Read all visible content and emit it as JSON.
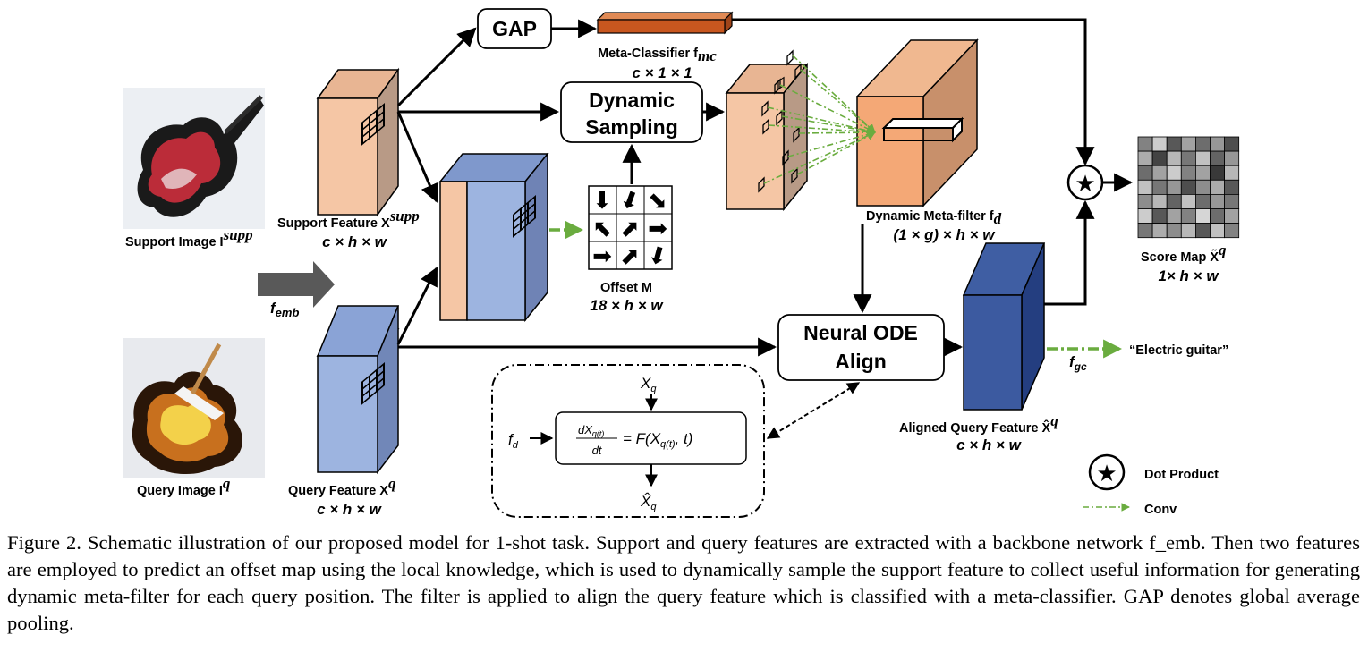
{
  "labels": {
    "gap": "GAP",
    "dynamic_sampling_1": "Dynamic",
    "dynamic_sampling_2": "Sampling",
    "neural_ode_1": "Neural ODE",
    "neural_ode_2": "Align",
    "meta_classifier": "Meta-Classifier f",
    "meta_classifier_sub": "mc",
    "meta_classifier_dim": "c × 1 × 1",
    "support_image": "Support Image I",
    "support_image_sup": "supp",
    "query_image": "Query Image I",
    "query_image_sup": "q",
    "support_feature": "Support Feature X",
    "support_feature_sup": "supp",
    "support_feature_dim": "c × h × w",
    "query_feature": "Query Feature X",
    "query_feature_sup": "q",
    "query_feature_dim": "c × h × w",
    "offset": "Offset M",
    "offset_dim": "18 × h × w",
    "meta_filter": "Dynamic Meta-filter f",
    "meta_filter_sub": "d",
    "meta_filter_dim": "(1 × g) × h × w",
    "aligned_query": "Aligned Query Feature X̂",
    "aligned_query_sup": "q",
    "aligned_query_dim": "c × h × w",
    "score_map": "Score Map X̃",
    "score_map_sup": "q",
    "score_map_dim": "1× h × w",
    "f_emb": "f",
    "f_emb_sub": "emb",
    "f_gc": "f",
    "f_gc_sub": "gc",
    "electric_guitar": "“Electric guitar”",
    "ode_xq": "X",
    "ode_xq_sub": "q",
    "ode_fd": "f",
    "ode_fd_sub": "d",
    "ode_num": "dX",
    "ode_num_sub": "q(t)",
    "ode_den": "dt",
    "ode_rhs": "= F(X",
    "ode_rhs_sub": "q(t)",
    "ode_rhs_end": ", t)",
    "ode_xhat": "X̂",
    "ode_xhat_sub": "q"
  },
  "legend": {
    "dot_product": "Dot Product",
    "conv": "Conv"
  },
  "caption": "Figure 2. Schematic illustration of our proposed model for 1-shot task. Support and query features are extracted with a backbone network f_emb. Then two features are employed to predict an offset map using the local knowledge, which is used to dynamically sample the support feature to collect useful information for generating dynamic meta-filter for each query position. The filter is applied to align the query feature which is classified with a meta-classifier. GAP denotes global average pooling.",
  "colors": {
    "support": "#f5c6a5",
    "support_side": "#b89a86",
    "query": "#9db4e0",
    "query_side": "#7187b8",
    "aligned": "#3c5aa0",
    "filter": "#f4a876",
    "classifier": "#c8571f",
    "conv_arrow": "#6aac3f"
  },
  "score_map_cells": [
    0.5,
    0.15,
    0.7,
    0.35,
    0.6,
    0.4,
    0.75,
    0.3,
    0.8,
    0.25,
    0.55,
    0.2,
    0.65,
    0.4,
    0.6,
    0.35,
    0.15,
    0.5,
    0.35,
    0.85,
    0.25,
    0.2,
    0.55,
    0.4,
    0.75,
    0.45,
    0.3,
    0.7,
    0.45,
    0.25,
    0.65,
    0.2,
    0.6,
    0.4,
    0.55,
    0.15,
    0.7,
    0.35,
    0.5,
    0.1,
    0.6,
    0.35,
    0.55,
    0.3,
    0.45,
    0.25,
    0.7,
    0.2,
    0.5
  ]
}
